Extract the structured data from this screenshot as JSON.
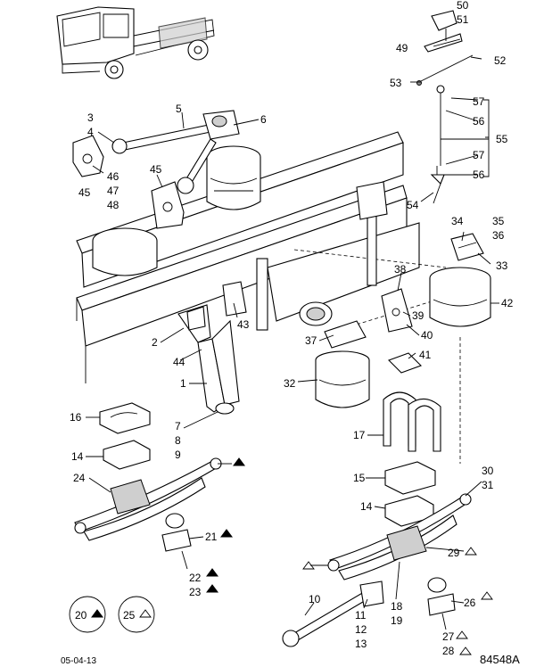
{
  "callouts": [
    {
      "id": "c50",
      "text": "50"
    },
    {
      "id": "c51",
      "text": "51"
    },
    {
      "id": "c49",
      "text": "49"
    },
    {
      "id": "c52",
      "text": "52"
    },
    {
      "id": "c53",
      "text": "53"
    },
    {
      "id": "c57a",
      "text": "57"
    },
    {
      "id": "c56a",
      "text": "56"
    },
    {
      "id": "c55",
      "text": "55"
    },
    {
      "id": "c57b",
      "text": "57"
    },
    {
      "id": "c56b",
      "text": "56"
    },
    {
      "id": "c54",
      "text": "54"
    },
    {
      "id": "c5",
      "text": "5"
    },
    {
      "id": "c3",
      "text": "3"
    },
    {
      "id": "c4",
      "text": "4"
    },
    {
      "id": "c6",
      "text": "6"
    },
    {
      "id": "c46",
      "text": "46"
    },
    {
      "id": "c45a",
      "text": "45"
    },
    {
      "id": "c47",
      "text": "47"
    },
    {
      "id": "c48",
      "text": "48"
    },
    {
      "id": "c45b",
      "text": "45"
    },
    {
      "id": "c34",
      "text": "34"
    },
    {
      "id": "c35",
      "text": "35"
    },
    {
      "id": "c36",
      "text": "36"
    },
    {
      "id": "c33",
      "text": "33"
    },
    {
      "id": "c38",
      "text": "38"
    },
    {
      "id": "c42",
      "text": "42"
    },
    {
      "id": "c39",
      "text": "39"
    },
    {
      "id": "c43",
      "text": "43"
    },
    {
      "id": "c40",
      "text": "40"
    },
    {
      "id": "c37",
      "text": "37"
    },
    {
      "id": "c2",
      "text": "2"
    },
    {
      "id": "c41",
      "text": "41"
    },
    {
      "id": "c44",
      "text": "44"
    },
    {
      "id": "c32",
      "text": "32"
    },
    {
      "id": "c1",
      "text": "1"
    },
    {
      "id": "c16",
      "text": "16"
    },
    {
      "id": "c7",
      "text": "7"
    },
    {
      "id": "c8",
      "text": "8"
    },
    {
      "id": "c9",
      "text": "9"
    },
    {
      "id": "c17",
      "text": "17"
    },
    {
      "id": "c14a",
      "text": "14"
    },
    {
      "id": "c24",
      "text": "24"
    },
    {
      "id": "c30",
      "text": "30"
    },
    {
      "id": "c31",
      "text": "31"
    },
    {
      "id": "c15",
      "text": "15"
    },
    {
      "id": "c14b",
      "text": "14"
    },
    {
      "id": "c21",
      "text": "21"
    },
    {
      "id": "c29",
      "text": "29"
    },
    {
      "id": "c22",
      "text": "22"
    },
    {
      "id": "c23",
      "text": "23"
    },
    {
      "id": "c10",
      "text": "10"
    },
    {
      "id": "c26",
      "text": "26"
    },
    {
      "id": "c18",
      "text": "18"
    },
    {
      "id": "c19",
      "text": "19"
    },
    {
      "id": "c11",
      "text": "11"
    },
    {
      "id": "c12",
      "text": "12"
    },
    {
      "id": "c13",
      "text": "13"
    },
    {
      "id": "c27",
      "text": "27"
    },
    {
      "id": "c28",
      "text": "28"
    }
  ],
  "legend": {
    "filled": {
      "text": "20"
    },
    "open": {
      "text": "25"
    }
  },
  "footer": {
    "date": "05-04-13",
    "code": "84548A"
  }
}
